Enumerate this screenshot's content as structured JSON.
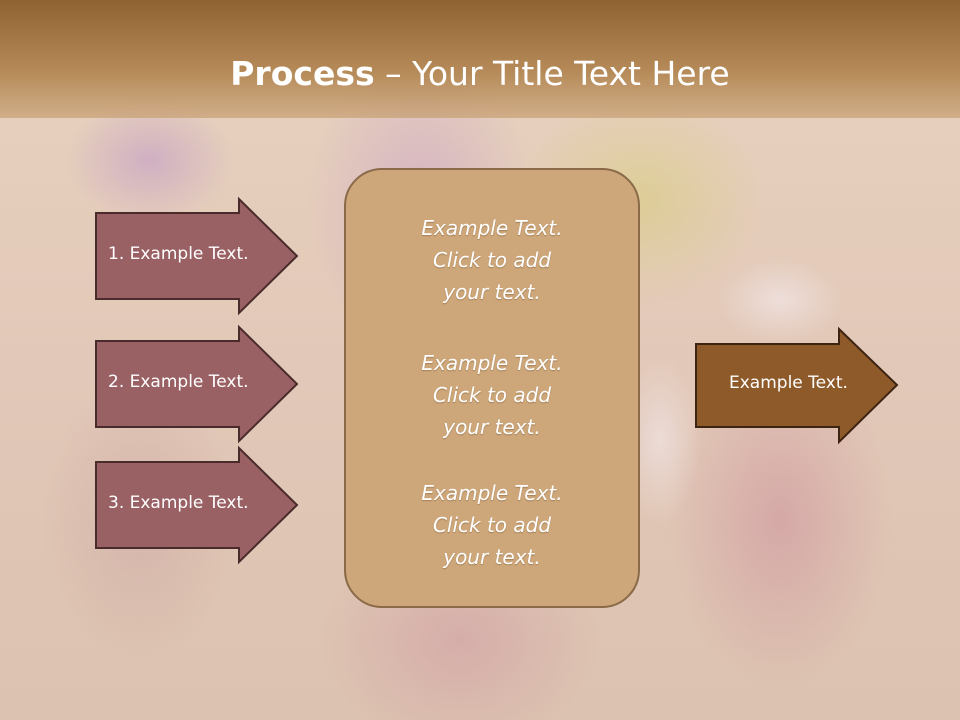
{
  "title": {
    "bold": "Process",
    "rest": " – Your Title Text Here"
  },
  "inputs": [
    {
      "label": "1. Example Text."
    },
    {
      "label": "2. Example Text."
    },
    {
      "label": "3. Example Text."
    }
  ],
  "center": {
    "blocks": [
      {
        "line1": "Example Text.",
        "line2": "Click  to add",
        "line3": "your text."
      },
      {
        "line1": "Example Text.",
        "line2": "Click  to add",
        "line3": "your text."
      },
      {
        "line1": "Example Text.",
        "line2": "Click  to add",
        "line3": "your text."
      }
    ]
  },
  "output": {
    "label": "Example Text."
  },
  "colors": {
    "input_arrow_fill": "#9a6165",
    "output_arrow_fill": "#8f5a2a",
    "center_box_fill": "#cda679",
    "title_band": "#a47848"
  }
}
